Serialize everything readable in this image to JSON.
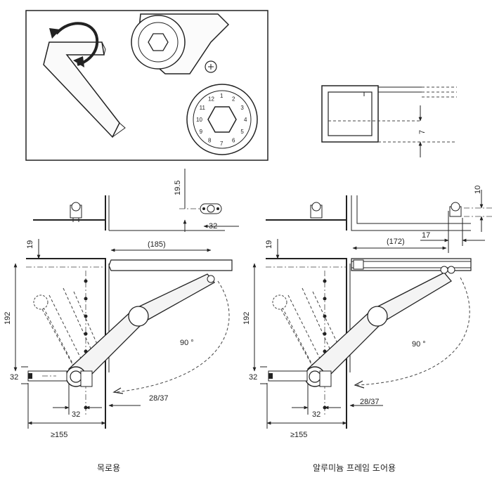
{
  "inset": {
    "dial_digits": "1 2 3 4 5 6 7 8 9 10 11 12"
  },
  "profile": {
    "dim_7": "7"
  },
  "left": {
    "dim_19_5": "19.5",
    "dim_32_top": "32",
    "dim_19": "19",
    "dim_185": "(185)",
    "dim_192": "192",
    "dim_90": "90 °",
    "dim_32_side": "32",
    "dim_28_37": "28/37",
    "dim_32_bottom": "32",
    "dim_155": "≥155",
    "caption": "목로용"
  },
  "right": {
    "dim_10": "10",
    "dim_17": "17",
    "dim_19": "19",
    "dim_172": "(172)",
    "dim_192": "192",
    "dim_90": "90 °",
    "dim_32_side": "32",
    "dim_28_37": "28/37",
    "dim_32_bottom": "32",
    "dim_155": "≥155",
    "caption": "알루미늄 프레임 도어용"
  }
}
